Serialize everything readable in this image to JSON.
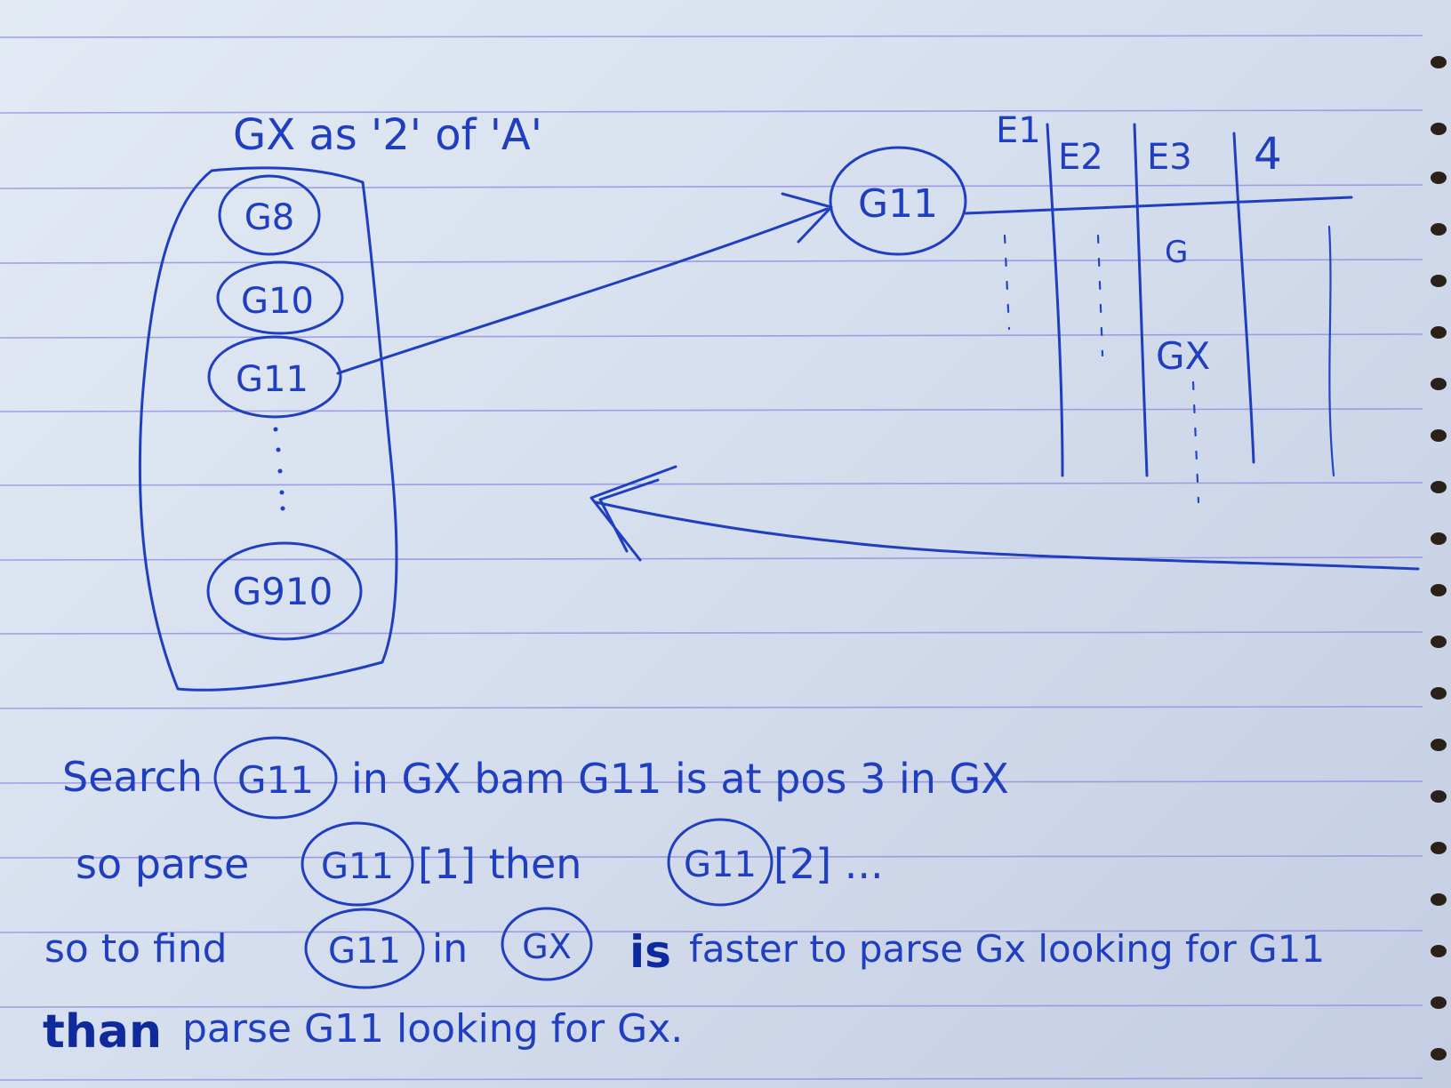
{
  "notebook": {
    "ink_color": "#1f3fc0",
    "paper_color": "#dbe3f0",
    "rule_color": "#8f86e0",
    "set_title": "GX as '2' of 'A'",
    "set_items": [
      "G8",
      "G10",
      "G11",
      "G910"
    ],
    "focus_node": "G11",
    "columns": [
      "E1",
      "E2",
      "E3",
      "4"
    ],
    "column_entries": {
      "e3_top": "G",
      "e3_bottom": "GX"
    },
    "notes": {
      "line1_a": "Search",
      "line1_circled": "G11",
      "line1_b": "in GX   bam   G11 is at pos 3 in GX",
      "line2_a": "so parse",
      "line2_circled1": "G11",
      "line2_b": "[1] then",
      "line2_circled2": "G11",
      "line2_c": "[2] ...",
      "line3_a": "so to find",
      "line3_circled1": "G11",
      "line3_b": "in",
      "line3_circled2": "GX",
      "line3_bold": "is",
      "line3_c": "faster to parse Gx looking for G11",
      "line4_bold": "than",
      "line4_b": "parse G11 looking for Gx."
    }
  }
}
